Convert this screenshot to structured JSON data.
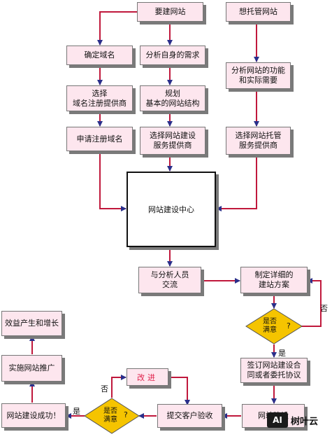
{
  "nodes": {
    "build_site": "要建网站",
    "host_site": "想托管网站",
    "confirm_domain": "确定域名",
    "analyze_needs": "分析自身的需求",
    "analyze_functions": "分析网站的功能\n和实际需要",
    "choose_registrar": "选择\n域名注册提供商",
    "plan_structure": "规划\n基本的网站结构",
    "register_domain": "申请注册域名",
    "choose_builder": "选择网站建设\n服务提供商",
    "choose_host": "选择网站托管\n服务提供商",
    "center": "网站建设中心",
    "communicate": "与分析人员\n交流",
    "plan_detail": "制定详细的\n建站方案",
    "satisfied_1": "是否\n满意",
    "sign_contract": "签订网站建设合\n同或者委托协议",
    "site_building": "网站建设",
    "submit_accept": "提交客户验收",
    "improve": "改进",
    "satisfied_2": "是否\n满意",
    "success": "网站建设成功！",
    "promote": "实施网站推广",
    "benefit": "效益产生和增长"
  },
  "edge_labels": {
    "no_1": "否",
    "yes_1": "是",
    "no_2": "否",
    "yes_2": "是",
    "q1": "?",
    "q2": "?"
  },
  "watermark": {
    "logo": "AI",
    "text": "树叶云"
  },
  "colors": {
    "box_fill": "#fde6ee",
    "arrow": "#c0183c",
    "diamond_fill": "#f5c400",
    "center_border": "#111111",
    "improve_text": "#e0204a"
  }
}
